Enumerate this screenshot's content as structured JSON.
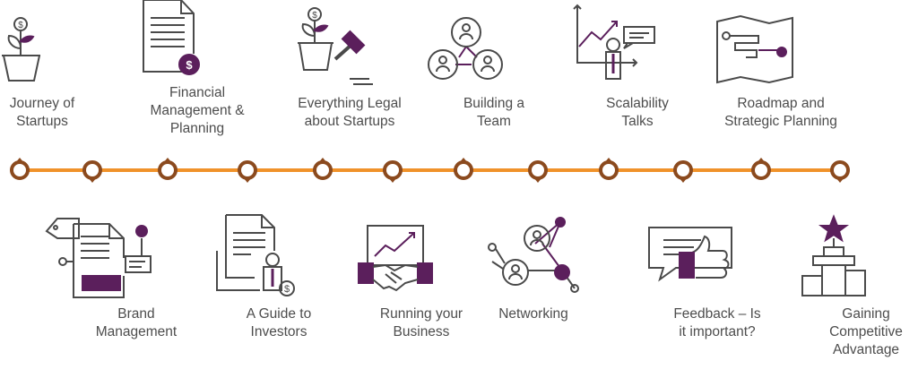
{
  "colors": {
    "line": "#f0922a",
    "node": "#8b4a1e",
    "stroke": "#4a4a4a",
    "accent": "#5b1f5c",
    "text": "#4d4d4d"
  },
  "top_items": [
    {
      "lines": [
        "Journey of",
        "Startups"
      ],
      "icon": "plant-pot-dollar-icon"
    },
    {
      "lines": [
        "Financial",
        "Management &",
        "Planning"
      ],
      "icon": "document-dollar-icon"
    },
    {
      "lines": [
        "Everything Legal",
        "about Startups"
      ],
      "icon": "plant-gavel-icon"
    },
    {
      "lines": [
        "Building a",
        "Team"
      ],
      "icon": "team-network-icon"
    },
    {
      "lines": [
        "Scalability",
        "Talks"
      ],
      "icon": "presenter-chart-icon"
    },
    {
      "lines": [
        "Roadmap and",
        "Strategic Planning"
      ],
      "icon": "roadmap-icon"
    }
  ],
  "bottom_items": [
    {
      "lines": [
        "Brand",
        "Management"
      ],
      "icon": "brand-tag-icon"
    },
    {
      "lines": [
        "A Guide to",
        "Investors"
      ],
      "icon": "investor-document-icon"
    },
    {
      "lines": [
        "Running your",
        "Business"
      ],
      "icon": "handshake-chart-icon"
    },
    {
      "lines": [
        "Networking"
      ],
      "icon": "networking-icon"
    },
    {
      "lines": [
        "Feedback – Is",
        "it important?"
      ],
      "icon": "feedback-thumbs-up-icon"
    },
    {
      "lines": [
        "Gaining",
        "Competitive",
        "Advantage"
      ],
      "icon": "podium-star-icon"
    }
  ],
  "node_count": 12
}
